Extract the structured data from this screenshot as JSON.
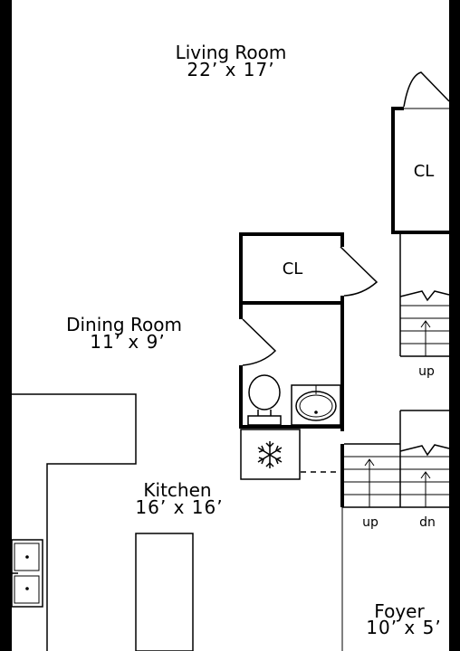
{
  "rooms": {
    "living": {
      "name": "Living Room",
      "dims": "22’ x 17’"
    },
    "dining": {
      "name": "Dining Room",
      "dims": "11’ x 9’"
    },
    "kitchen": {
      "name": "Kitchen",
      "dims": "16’ x 16’"
    },
    "foyer": {
      "name": "Foyer",
      "dims": "10’ x 5’"
    }
  },
  "closets": {
    "upper": "CL",
    "middle": "CL"
  },
  "stairs": {
    "upper_right": "up",
    "lower_left": "up",
    "lower_right": "dn"
  },
  "icons": {
    "fridge": "snowflake-icon",
    "toilet": "toilet-icon",
    "sink": "sink-icon",
    "kitchen_sink": "double-sink-icon"
  }
}
